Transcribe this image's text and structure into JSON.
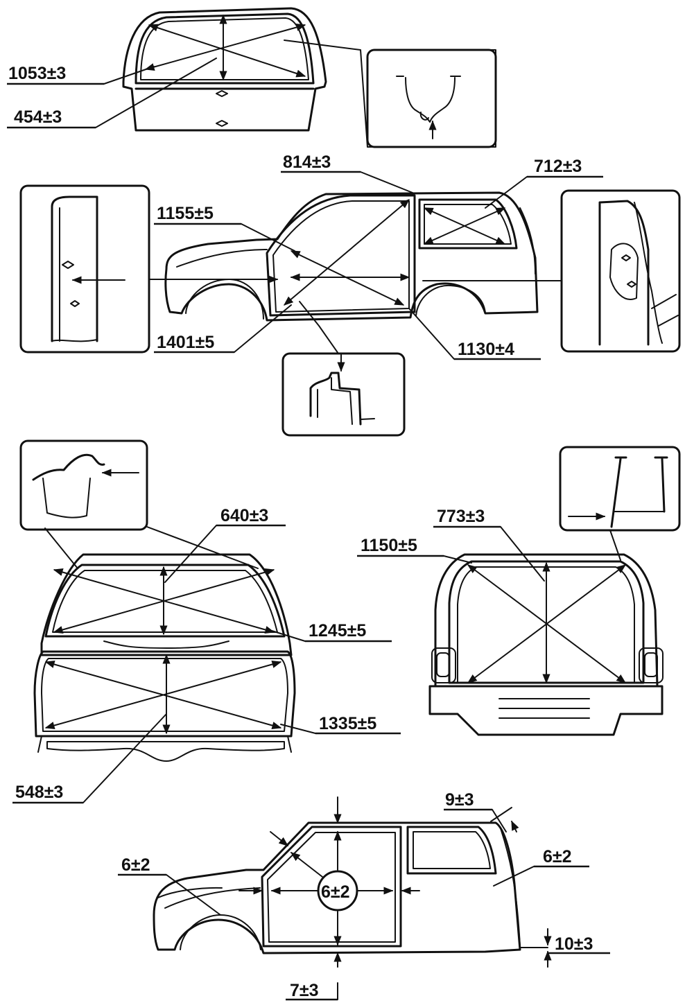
{
  "labels": {
    "glass_top_width": "1053±3",
    "glass_top_height": "454±3",
    "door_diag_a": "814±3",
    "rear_window": "712±3",
    "door_diag_b": "1155±5",
    "door_diag_c": "1401±5",
    "door_diag_d": "1130±4",
    "windshield_height": "640±3",
    "windshield_diag": "1245±5",
    "lower_front_diag": "1335±5",
    "lower_front_height": "548±3",
    "rear_opening_height": "773±3",
    "rear_opening_diag": "1150±5",
    "gap_roof": "9±3",
    "gap_front_pillar": "6±2",
    "gap_rear_pillar": "6±2",
    "gap_door": "6±2",
    "gap_rear_bottom": "10±3",
    "gap_sill": "7±3"
  },
  "colors": {
    "ink": "#111111",
    "paper": "#ffffff"
  }
}
